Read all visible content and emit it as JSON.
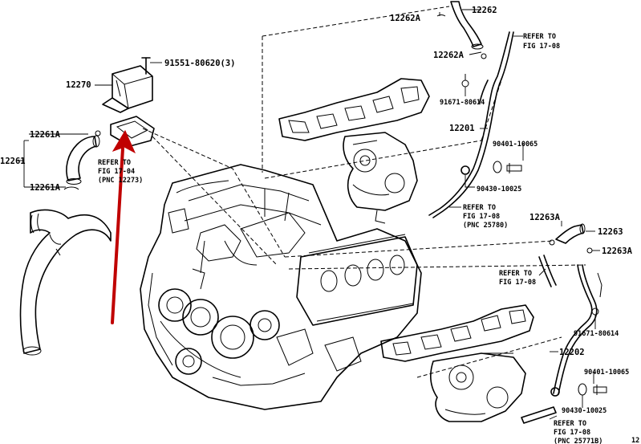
{
  "labels": {
    "l_12262A_top": "12262A",
    "l_12262": "12262",
    "l_12262A_mid": "12262A",
    "l_refer_top_1": "REFER TO",
    "l_refer_top_2": "FIG 17-08",
    "l_91551": "91551-80620(3)",
    "l_12270": "12270",
    "l_91671_top": "91671-80614",
    "l_12201": "12201",
    "l_12261A_top": "12261A",
    "l_12261": "12261",
    "l_12261A_bot": "12261A",
    "l_refer_left_1": "REFER TO",
    "l_refer_left_2": "FIG 17-04",
    "l_refer_left_3": "(PNC 12273)",
    "l_90401_top": "90401-10065",
    "l_90430_top": "90430-10025",
    "l_refer_mid_1": "REFER TO",
    "l_refer_mid_2": "FIG 17-08",
    "l_refer_mid_3": "(PNC 25780)",
    "l_12263A_top": "12263A",
    "l_12263": "12263",
    "l_12263A_bot": "12263A",
    "l_refer_right_1": "REFER TO",
    "l_refer_right_2": "FIG 17-08",
    "l_91671_bot": "91671-80614",
    "l_12202": "12202",
    "l_90401_bot": "90401-10065",
    "l_90430_bot": "90430-10025",
    "l_refer_bot_1": "REFER TO",
    "l_refer_bot_2": "FIG 17-08",
    "l_refer_bot_3": "(PNC 25771B)",
    "l_corner": "12"
  },
  "colors": {
    "arrow": "#c00000",
    "line": "#000000"
  }
}
